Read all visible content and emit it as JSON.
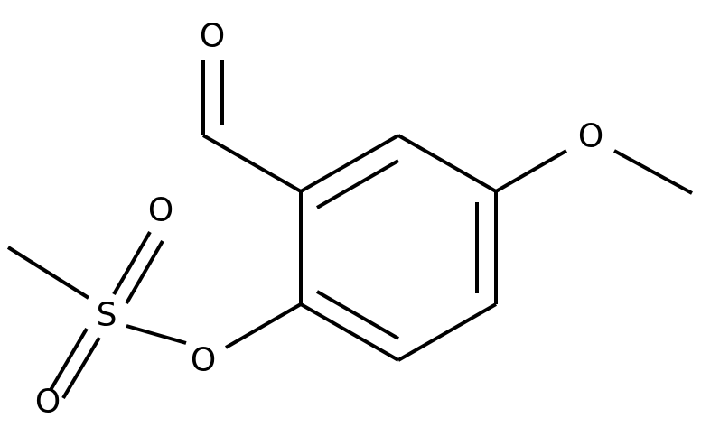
{
  "molecule": {
    "atom_labels": {
      "aldehyde_oxygen": "O",
      "methoxy_oxygen": "O",
      "ester_oxygen": "O",
      "sulfur": "S",
      "sulfonyl_oxygen_top": "O",
      "sulfonyl_oxygen_bottom": "O"
    }
  }
}
